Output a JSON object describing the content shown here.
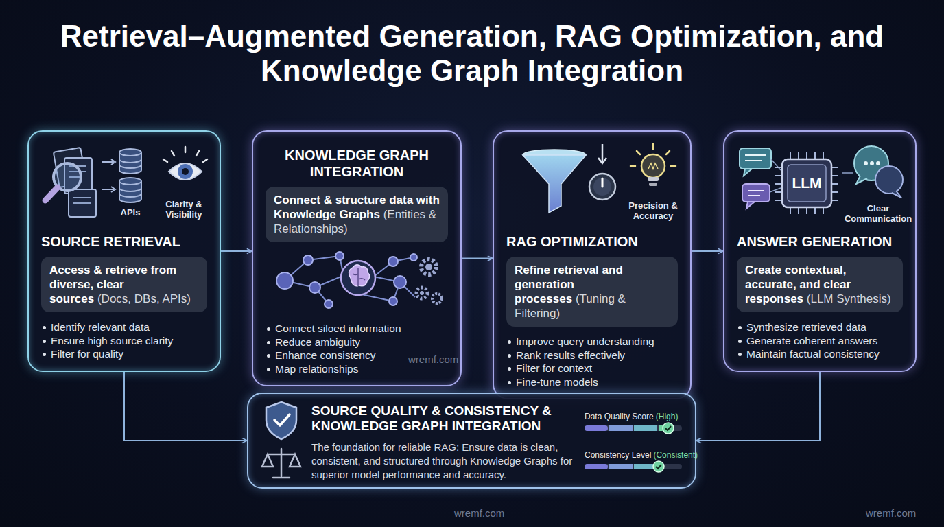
{
  "diagram": {
    "title": "Retrieval–Augmented Generation, RAG Optimization, and Knowledge Graph Integration",
    "nodes": [
      {
        "text": [
          "APIs",
          "Clarity & Visibility",
          "SOURCE RETRIEVAL",
          "Identify relevant data",
          "Ensure high source clarity",
          "Filter for quality"
        ]
      },
      {
        "text": [
          "Access & retrieve from diverse, clear sources",
          "(Docs, DBs, APIs)"
        ],
        "in": 0
      },
      {
        "text": [
          "KNOWLEDGE GRAPH INTEGRATION",
          "Connect siloed information",
          "Reduce ambiguity",
          "Enhance consistency",
          "Map relationships"
        ]
      },
      {
        "text": [
          "Connect & structure data with Knowledge Graphs",
          "(Entities & Relationships)"
        ],
        "in": 2
      },
      {
        "text": [
          "Precision & Accuracy",
          "RAG OPTIMIZATION",
          "Improve query understanding",
          "Rank results effectively",
          "Filter for context",
          "Fine-tune models"
        ]
      },
      {
        "text": [
          "Refine retrieval and generation processes",
          "(Tuning & Filtering)"
        ],
        "in": 4
      },
      {
        "text": [
          "LLM",
          "Clear Communication",
          "ANSWER GENERATION",
          "Synthesize retrieved data",
          "Generate coherent answers",
          "Maintain factual consistency"
        ]
      },
      {
        "text": [
          "Create contextual, accurate, and clear responses",
          "(LLM Synthesis)"
        ],
        "in": 6
      },
      {
        "text": [
          "SOURCE QUALITY & CONSISTENCY & KNOWLEDGE GRAPH INTEGRATION",
          "The foundation for reliable RAG: Ensure data is clean, consistent, and structured through Knowledge Graphs for superior model performance and accuracy.",
          "Data Quality Score",
          "(High)",
          "Consistency Level",
          "(Consistent)"
        ]
      }
    ],
    "edges": [
      {
        "from": 0,
        "to": 2,
        "arrow": "to"
      },
      {
        "from": 2,
        "to": 4,
        "arrow": "to"
      },
      {
        "from": 4,
        "to": 6,
        "arrow": "to"
      },
      {
        "from": 0,
        "to": 8,
        "arrow": "to"
      },
      {
        "from": 6,
        "to": 8,
        "arrow": "to"
      }
    ],
    "labels": [
      "wremf.com",
      "wremf.com",
      "wremf.com"
    ]
  }
}
